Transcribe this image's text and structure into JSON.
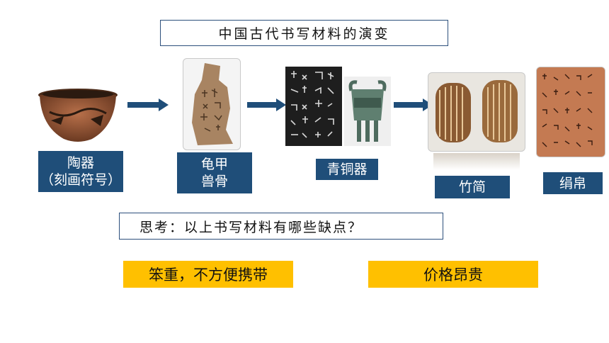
{
  "title": "中国古代书写材料的演变",
  "materials": [
    {
      "label": "陶器",
      "sub": "（刻画符号）"
    },
    {
      "label": "龟甲",
      "sub": "兽骨"
    },
    {
      "label": "青铜器"
    },
    {
      "label": "竹简"
    },
    {
      "label": "绢帛"
    }
  ],
  "question": "思考：以上书写材料有哪些缺点？",
  "answers": [
    "笨重，不方便携带",
    "价格昂贵"
  ],
  "colors": {
    "label_bg": "#1f4e79",
    "answer_bg": "#ffc000",
    "arrow": "#1f4e79"
  },
  "icons": [
    "pottery-image",
    "oracle-bone-image",
    "bronze-inscription-image",
    "bronze-vessel-image",
    "bamboo-slips-image",
    "silk-manuscript-image",
    "arrow-right-icon"
  ]
}
